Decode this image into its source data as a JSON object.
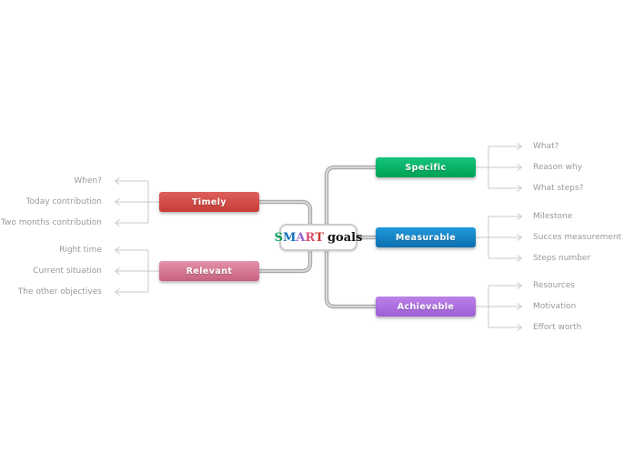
{
  "central_node": {
    "letters": [
      {
        "char": "S",
        "color": "#00a15b"
      },
      {
        "char": "M",
        "color": "#1173bd"
      },
      {
        "char": "A",
        "color": "#9c63d3"
      },
      {
        "char": "R",
        "color": "#d94f70"
      },
      {
        "char": "T",
        "color": "#cf3a33"
      }
    ],
    "suffix": "goals"
  },
  "branches": [
    {
      "label": "Specific",
      "side": "right",
      "color_top": "#16c57c",
      "color_bottom": "#00a053",
      "children": [
        "What?",
        "Reason why",
        "What steps?"
      ]
    },
    {
      "label": "Measurable",
      "side": "right",
      "color_top": "#1e9ade",
      "color_bottom": "#0e6fae",
      "children": [
        "Milestone",
        "Succes measurement",
        "Steps number"
      ]
    },
    {
      "label": "Achievable",
      "side": "right",
      "color_top": "#bb82e8",
      "color_bottom": "#9e5ed6",
      "children": [
        "Resources",
        "Motivation",
        "Effort worth"
      ]
    },
    {
      "label": "Timely",
      "side": "left",
      "color_top": "#dd5f5a",
      "color_bottom": "#c63c37",
      "children": [
        "When?",
        "Today contribution",
        "Two months contribution"
      ]
    },
    {
      "label": "Relevant",
      "side": "left",
      "color_top": "#e492a8",
      "color_bottom": "#c66181",
      "children": [
        "Right time",
        "Current situation",
        "The other objectives"
      ]
    }
  ],
  "colors": {
    "thick_connector": "#ababab",
    "thick_connector_highlight": "#e3e3e3",
    "leaf_line": "#c8c8c8",
    "leaf_text": "#999999",
    "central_border": "#cbcbcb"
  }
}
